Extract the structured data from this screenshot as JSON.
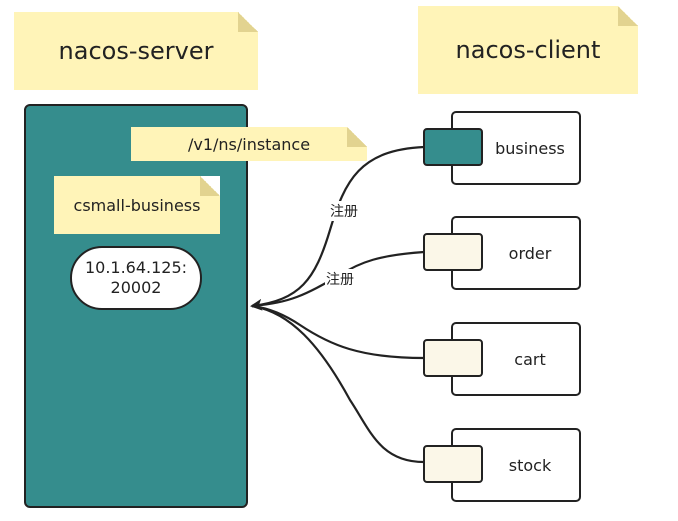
{
  "server": {
    "title": "nacos-server",
    "endpoint": "/v1/ns/instance",
    "service_name": "csmall-business",
    "address_line1": "10.1.64.125:",
    "address_line2": "20002"
  },
  "client": {
    "title": "nacos-client",
    "services": [
      "business",
      "order",
      "cart",
      "stock"
    ]
  },
  "edges": {
    "label_1": "注册",
    "label_2": "注册"
  },
  "colors": {
    "server_fill": "#358d8d",
    "note_fill": "#fff4b8",
    "port_fill": "#fbf7e8"
  }
}
